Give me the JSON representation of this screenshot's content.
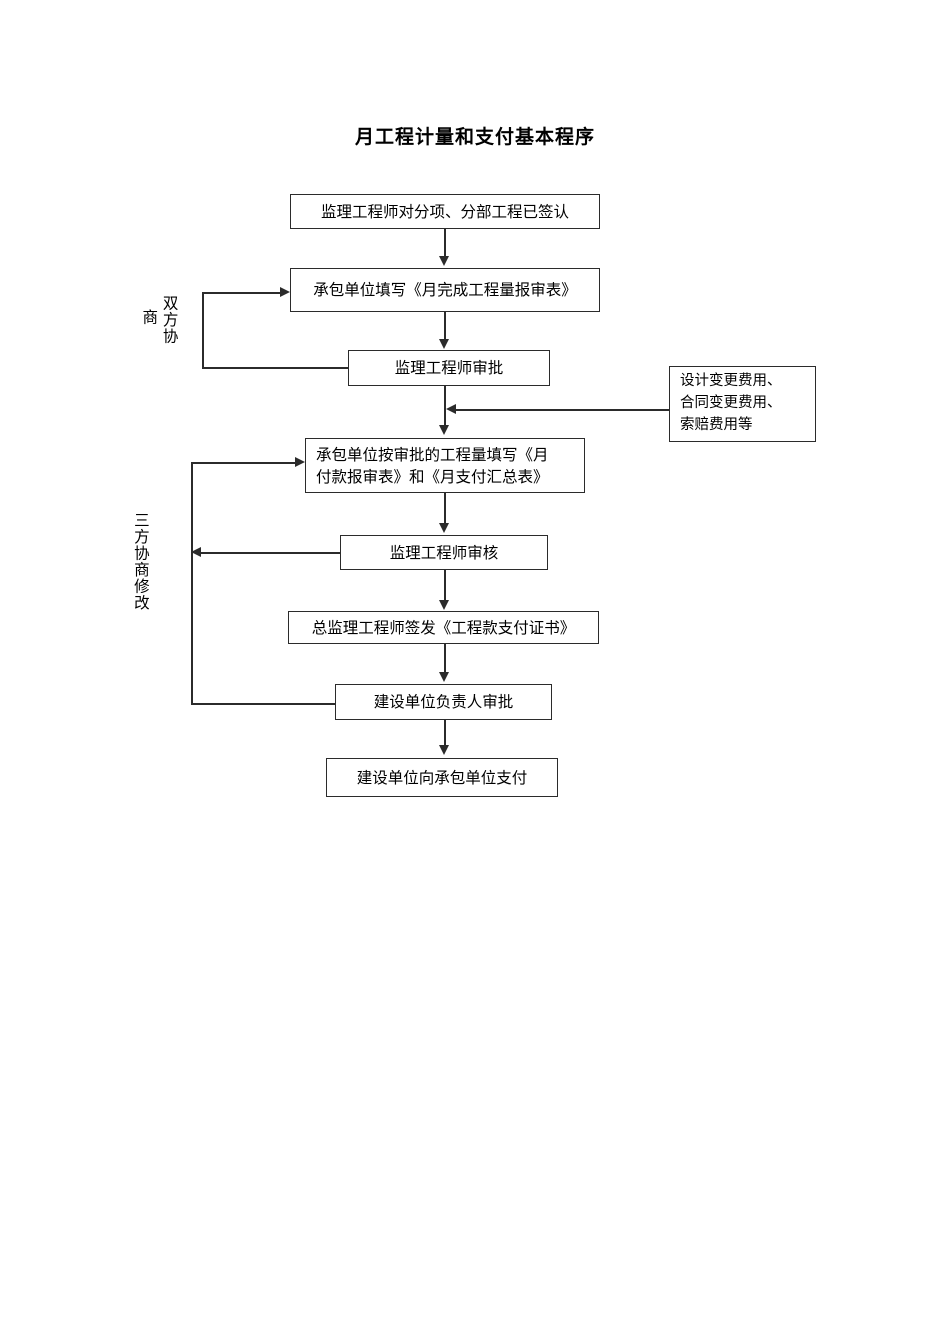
{
  "document": {
    "title": "月工程计量和支付基本程序"
  },
  "flowchart": {
    "type": "flowchart",
    "orientation": "top-to-bottom",
    "nodes": [
      {
        "id": "n1",
        "label": "监理工程师对分项、分部工程已签认"
      },
      {
        "id": "n2",
        "label": "承包单位填写《月完成工程量报审表》"
      },
      {
        "id": "n3",
        "label": "监理工程师审批"
      },
      {
        "id": "n4",
        "label": "承包单位按审批的工程量填写《月\n付款报审表》和《月支付汇总表》"
      },
      {
        "id": "n5",
        "label": "监理工程师审核"
      },
      {
        "id": "n6",
        "label": "总监理工程师签发《工程款支付证书》"
      },
      {
        "id": "n7",
        "label": "建设单位负责人审批"
      },
      {
        "id": "n8",
        "label": "建设单位向承包单位支付"
      },
      {
        "id": "side1",
        "label": "设计变更费用、\n合同变更费用、\n索赔费用等"
      }
    ],
    "side_labels": [
      {
        "id": "v1",
        "primary": "双方协",
        "secondary": "商",
        "full": "双方协商"
      },
      {
        "id": "v2",
        "primary": "三方协商修改",
        "secondary": "",
        "full": "三方协商修改"
      }
    ],
    "edges": [
      {
        "from": "n1",
        "to": "n2",
        "kind": "down-arrow"
      },
      {
        "from": "n2",
        "to": "n3",
        "kind": "down-arrow"
      },
      {
        "from": "n3",
        "to": "n2",
        "kind": "feedback-left-up-right",
        "label": "双方协商"
      },
      {
        "from": "n3",
        "to": "n4",
        "kind": "down-arrow"
      },
      {
        "from": "side1",
        "to": "n3-n4-link",
        "kind": "left-arrow"
      },
      {
        "from": "n4",
        "to": "n5",
        "kind": "down-arrow"
      },
      {
        "from": "n5",
        "to": "loop-rail",
        "kind": "left-arrow",
        "label": "三方协商修改"
      },
      {
        "from": "n5",
        "to": "n6",
        "kind": "down-arrow"
      },
      {
        "from": "n6",
        "to": "n7",
        "kind": "down-arrow"
      },
      {
        "from": "n7",
        "to": "n4",
        "kind": "feedback-left-up-right",
        "label": "三方协商修改"
      },
      {
        "from": "n7",
        "to": "n8",
        "kind": "down-arrow"
      }
    ]
  },
  "colors": {
    "ink": "#2b2b2b",
    "paper": "#ffffff"
  }
}
